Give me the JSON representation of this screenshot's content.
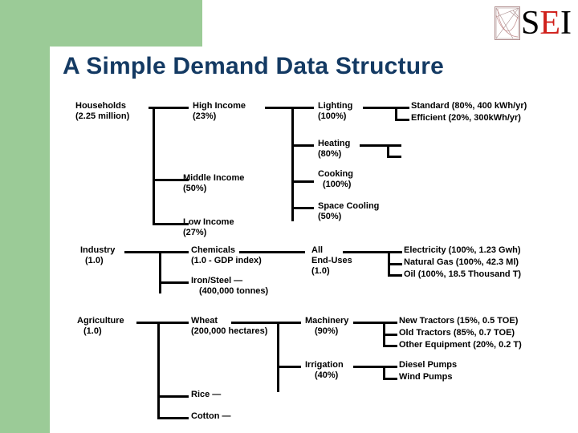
{
  "slide": {
    "title": "A Simple Demand Data Structure",
    "title_color": "#143A63",
    "accent_green": "#9BCB97",
    "background": "#ffffff"
  },
  "logo": {
    "mark_name": "sei-geometric-square-mark",
    "letters": [
      {
        "char": "S",
        "color": "#000000"
      },
      {
        "char": "E",
        "color": "#d0201b"
      },
      {
        "char": "I",
        "color": "#000000"
      }
    ]
  },
  "diagram": {
    "type": "hierarchical-tree",
    "sectors": [
      {
        "id": "households",
        "root": {
          "line1": "Households",
          "line2": "(2.25 million)"
        },
        "children": [
          {
            "line1": "High Income",
            "line2": "(23%)"
          },
          {
            "line1": "Middle Income",
            "line2": "(50%)"
          },
          {
            "line1": "Low Income",
            "line2": "(27%)"
          }
        ],
        "end_uses": [
          {
            "line1": "Lighting",
            "line2": "(100%)",
            "devices": [
              "Standard (80%, 400 kWh/yr)",
              "Efficient (20%, 300kWh/yr)"
            ]
          },
          {
            "line1": "Heating",
            "line2": "(80%)",
            "devices": [
              "",
              ""
            ]
          },
          {
            "line1": "Cooking",
            "line2": "(100%)",
            "devices": []
          },
          {
            "line1": "Space Cooling",
            "line2": "(50%)",
            "devices": []
          }
        ]
      },
      {
        "id": "industry",
        "root": {
          "line1": "Industry",
          "line2": "(1.0)"
        },
        "children": [
          {
            "line1": "Chemicals",
            "line2": "(1.0 - GDP index)"
          },
          {
            "line1": "Iron/Steel —",
            "line2": "(400,000 tonnes)"
          }
        ],
        "end_uses": [
          {
            "line1": "All",
            "line2": "End-Uses",
            "line3": "(1.0)",
            "devices": [
              "Electricity (100%, 1.23 Gwh)",
              "Natural Gas  (100%, 42.3 Ml)",
              "Oil  (100%, 18.5 Thousand T)"
            ]
          }
        ]
      },
      {
        "id": "agriculture",
        "root": {
          "line1": "Agriculture",
          "line2": "(1.0)"
        },
        "children": [
          {
            "line1": "Wheat",
            "line2": "(200,000 hectares)"
          },
          {
            "line1": "Rice —",
            "line2": ""
          },
          {
            "line1": "Cotton —",
            "line2": ""
          }
        ],
        "end_uses": [
          {
            "line1": "Machinery",
            "line2": "(90%)",
            "devices": [
              "New Tractors (15%, 0.5 TOE)",
              "Old Tractors  (85%, 0.7 TOE)",
              "Other Equipment (20%, 0.2 T)"
            ]
          },
          {
            "line1": "Irrigation",
            "line2": "(40%)",
            "devices": [
              "Diesel Pumps",
              "Wind Pumps"
            ]
          }
        ]
      }
    ]
  }
}
